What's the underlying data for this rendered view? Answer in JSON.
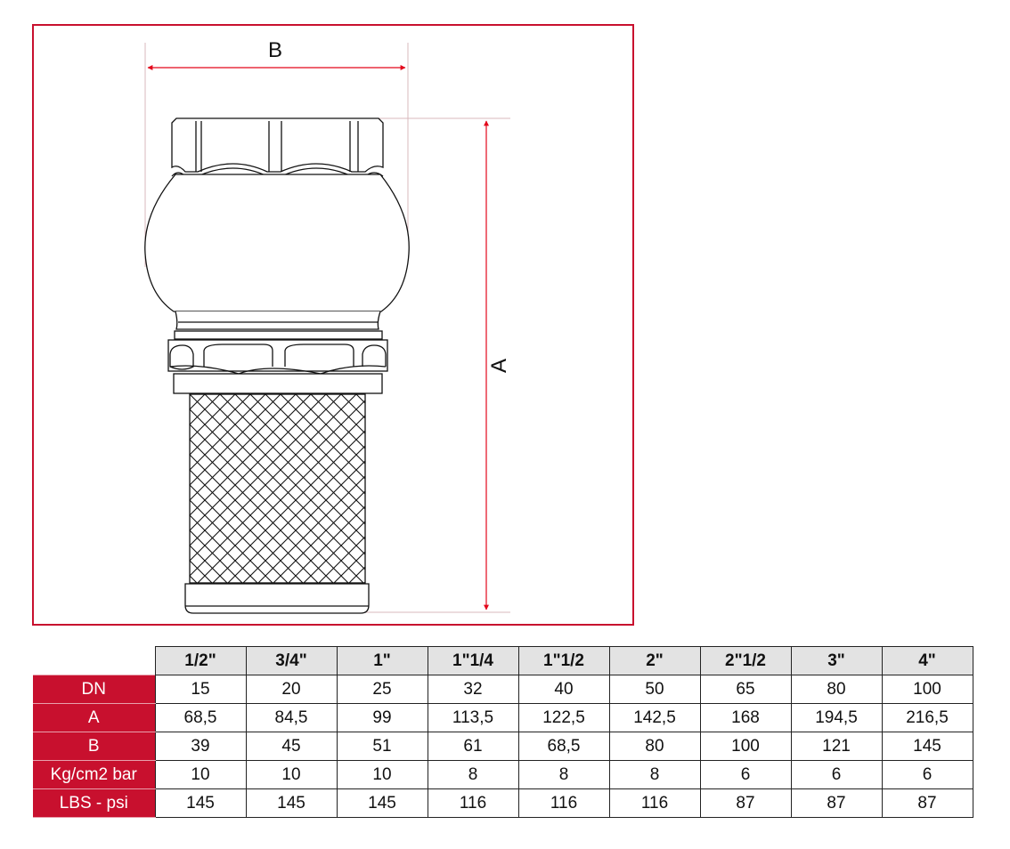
{
  "drawing": {
    "frame_color": "#c8102e",
    "dimension_color": "#e3061b",
    "dimension_labels": {
      "width": "B",
      "height": "A"
    },
    "subject": "foot-valve-with-strainer"
  },
  "spec_table": {
    "header_bg": "#e3e3e3",
    "label_bg": "#c8102e",
    "sizes": [
      "1/2\"",
      "3/4\"",
      "1\"",
      "1\"1/4",
      "1\"1/2",
      "2\"",
      "2\"1/2",
      "3\"",
      "4\""
    ],
    "rows": [
      {
        "label": "DN",
        "values": [
          "15",
          "20",
          "25",
          "32",
          "40",
          "50",
          "65",
          "80",
          "100"
        ]
      },
      {
        "label": "A",
        "values": [
          "68,5",
          "84,5",
          "99",
          "113,5",
          "122,5",
          "142,5",
          "168",
          "194,5",
          "216,5"
        ]
      },
      {
        "label": "B",
        "values": [
          "39",
          "45",
          "51",
          "61",
          "68,5",
          "80",
          "100",
          "121",
          "145"
        ]
      },
      {
        "label": "Kg/cm2 bar",
        "values": [
          "10",
          "10",
          "10",
          "8",
          "8",
          "8",
          "6",
          "6",
          "6"
        ]
      },
      {
        "label": "LBS - psi",
        "values": [
          "145",
          "145",
          "145",
          "116",
          "116",
          "116",
          "87",
          "87",
          "87"
        ]
      }
    ]
  }
}
